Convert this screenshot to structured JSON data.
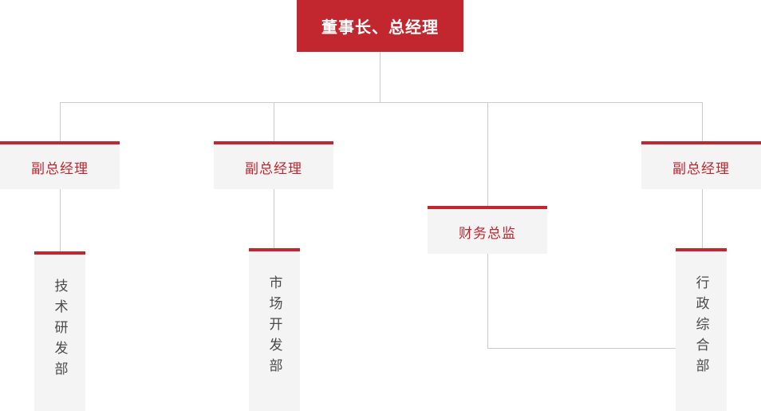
{
  "chart": {
    "title_node": {
      "label": "董事长、总经理"
    },
    "managers": [
      {
        "label": "副总经理"
      },
      {
        "label": "副总经理"
      },
      {
        "label": "财务总监"
      },
      {
        "label": "副总经理"
      }
    ],
    "departments": [
      {
        "label": "技术研发部"
      },
      {
        "label": "市场开发部"
      },
      {
        "label": "行政综合部"
      }
    ],
    "colors": {
      "brand_red": "#c2262e",
      "node_background": "#f4f4f4",
      "connector": "#cccccc",
      "dept_text": "#4a4a4a",
      "root_text": "#ffffff"
    }
  }
}
